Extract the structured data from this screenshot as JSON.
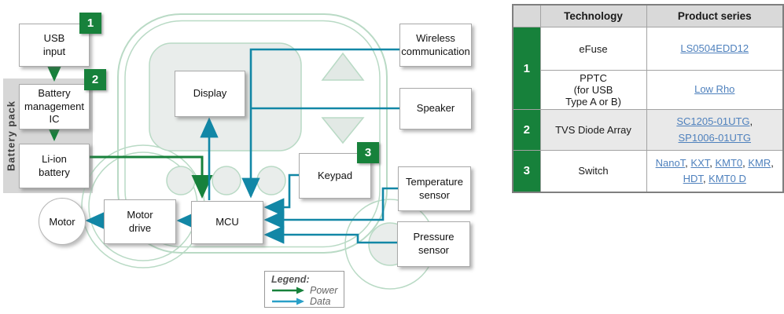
{
  "diagram": {
    "battery_pack_label": "Battery pack",
    "badges": {
      "b1": "1",
      "b2": "2",
      "b3": "3"
    },
    "nodes": {
      "usb_input": "USB\ninput",
      "battery_management_ic": "Battery\nmanagement\nIC",
      "li_ion_battery": "Li-ion\nbattery",
      "motor": "Motor",
      "motor_drive": "Motor\ndrive",
      "mcu": "MCU",
      "display": "Display",
      "keypad": "Keypad",
      "wireless_communication": "Wireless\ncommunication",
      "speaker": "Speaker",
      "temperature_sensor": "Temperature\nsensor",
      "pressure_sensor": "Pressure\nsensor"
    },
    "legend": {
      "title": "Legend:",
      "power": "Power",
      "data": "Data"
    }
  },
  "table": {
    "headers": {
      "technology": "Technology",
      "product_series": "Product series"
    },
    "rows": [
      {
        "num": "1",
        "technology": "eFuse",
        "product_lines": [
          [
            "LS0504EDD12"
          ]
        ]
      },
      {
        "technology": "PPTC\n(for USB\nType A or B)",
        "product_lines": [
          [
            "Low Rho"
          ]
        ]
      },
      {
        "num": "2",
        "technology": "TVS Diode Array",
        "product_lines": [
          [
            "SC1205-01UTG"
          ],
          [
            "SP1006-01UTG"
          ]
        ]
      },
      {
        "num": "3",
        "technology": "Switch",
        "product_lines": [
          [
            "NanoT",
            "KXT",
            "KMT0",
            "KMR"
          ],
          [
            "HDT",
            "KMT0 D"
          ]
        ]
      }
    ]
  },
  "colors": {
    "accent_green": "#17813b",
    "power_line": "#17813b",
    "data_line": "#1287a6",
    "legend_data_arrow": "#2aa0c8",
    "device_outline": "#b9dac5",
    "panel_fill": "#e9edeb",
    "link_blue": "#4f81bd",
    "battery_strip": "#d7d7d7",
    "table_header_bg": "#d9d9d9",
    "table_shaded_row_bg": "#e9e9e9"
  }
}
